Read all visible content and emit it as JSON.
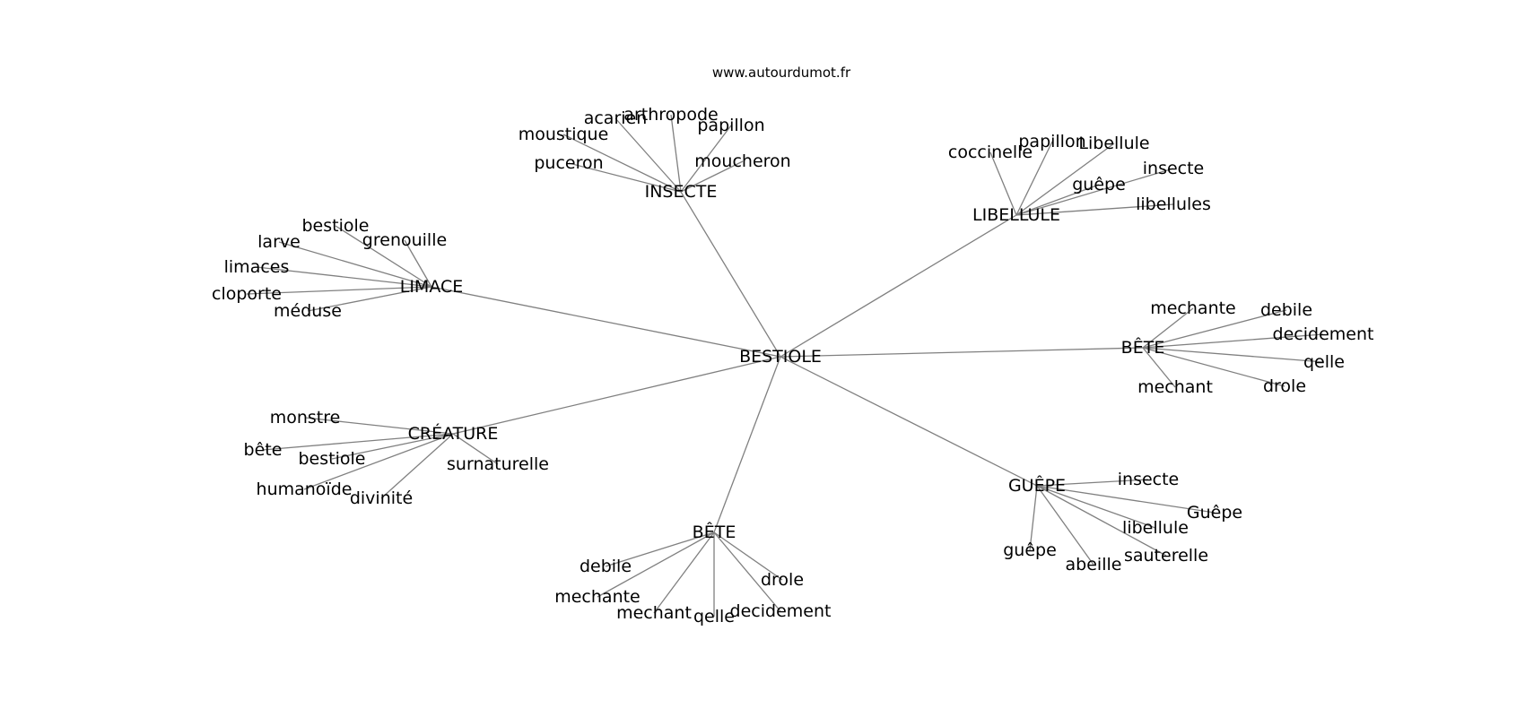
{
  "source": "www.autourdumot.fr",
  "colors": {
    "edge": "#808080",
    "text": "#000000",
    "background": "#ffffff"
  },
  "graph": {
    "center": {
      "label": "BESTIOLE"
    },
    "clusters": [
      {
        "id": "insecte",
        "label": "INSECTE",
        "leaves": [
          "acarien",
          "arthropode",
          "papillon",
          "moustique",
          "moucheron",
          "puceron"
        ]
      },
      {
        "id": "libellule",
        "label": "LIBELLULE",
        "leaves": [
          "coccinelle",
          "papillon",
          "Libellule",
          "insecte",
          "guêpe",
          "libellules"
        ]
      },
      {
        "id": "limace",
        "label": "LIMACE",
        "leaves": [
          "bestiole",
          "larve",
          "grenouille",
          "limaces",
          "cloporte",
          "méduse"
        ]
      },
      {
        "id": "bete-right",
        "label": "BÊTE",
        "leaves": [
          "mechante",
          "debile",
          "decidement",
          "qelle",
          "mechant",
          "drole"
        ]
      },
      {
        "id": "creature",
        "label": "CRÉATURE",
        "leaves": [
          "monstre",
          "bête",
          "bestiole",
          "surnaturelle",
          "humanoïde",
          "divinité"
        ]
      },
      {
        "id": "guepe",
        "label": "GUÊPE",
        "leaves": [
          "insecte",
          "Guêpe",
          "libellule",
          "sauterelle",
          "guêpe",
          "abeille"
        ]
      },
      {
        "id": "bete-bottom",
        "label": "BÊTE",
        "leaves": [
          "debile",
          "drole",
          "mechante",
          "mechant",
          "qelle",
          "decidement"
        ]
      }
    ]
  }
}
